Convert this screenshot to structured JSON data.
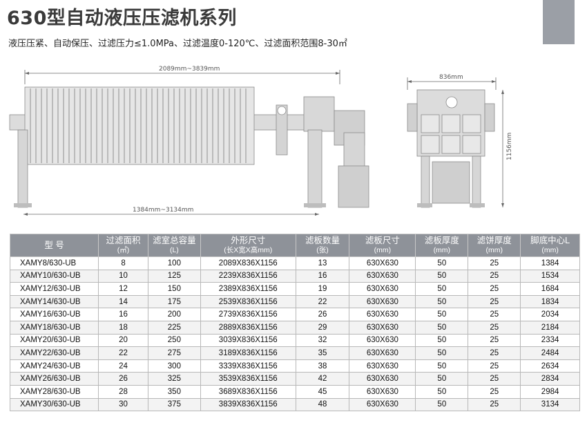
{
  "header": {
    "title": "630型自动液压压滤机系列",
    "subtitle": "液压压紧、自动保压、过滤压力≤1.0MPa、过滤温度0-120℃、过滤面积范围8-30㎡"
  },
  "drawing": {
    "side_length_top": "2089mm~3839mm",
    "side_length_bottom": "1384mm~3134mm",
    "end_width": "836mm",
    "end_height": "1156mm"
  },
  "table": {
    "headers": [
      {
        "label": "型  号",
        "unit": ""
      },
      {
        "label": "过滤面积",
        "unit": "(㎡)"
      },
      {
        "label": "滤室总容量",
        "unit": "(L)"
      },
      {
        "label": "外形尺寸",
        "unit": "(长X宽X高mm)"
      },
      {
        "label": "滤板数量",
        "unit": "(张)"
      },
      {
        "label": "滤板尺寸",
        "unit": "(mm)"
      },
      {
        "label": "滤板厚度",
        "unit": "(mm)"
      },
      {
        "label": "滤饼厚度",
        "unit": "(mm)"
      },
      {
        "label": "脚底中心L",
        "unit": "(mm)"
      }
    ],
    "rows": [
      [
        "XAMY8/630-UB",
        "8",
        "100",
        "2089X836X1156",
        "13",
        "630X630",
        "50",
        "25",
        "1384"
      ],
      [
        "XAMY10/630-UB",
        "10",
        "125",
        "2239X836X1156",
        "16",
        "630X630",
        "50",
        "25",
        "1534"
      ],
      [
        "XAMY12/630-UB",
        "12",
        "150",
        "2389X836X1156",
        "19",
        "630X630",
        "50",
        "25",
        "1684"
      ],
      [
        "XAMY14/630-UB",
        "14",
        "175",
        "2539X836X1156",
        "22",
        "630X630",
        "50",
        "25",
        "1834"
      ],
      [
        "XAMY16/630-UB",
        "16",
        "200",
        "2739X836X1156",
        "26",
        "630X630",
        "50",
        "25",
        "2034"
      ],
      [
        "XAMY18/630-UB",
        "18",
        "225",
        "2889X836X1156",
        "29",
        "630X630",
        "50",
        "25",
        "2184"
      ],
      [
        "XAMY20/630-UB",
        "20",
        "250",
        "3039X836X1156",
        "32",
        "630X630",
        "50",
        "25",
        "2334"
      ],
      [
        "XAMY22/630-UB",
        "22",
        "275",
        "3189X836X1156",
        "35",
        "630X630",
        "50",
        "25",
        "2484"
      ],
      [
        "XAMY24/630-UB",
        "24",
        "300",
        "3339X836X1156",
        "38",
        "630X630",
        "50",
        "25",
        "2634"
      ],
      [
        "XAMY26/630-UB",
        "26",
        "325",
        "3539X836X1156",
        "42",
        "630X630",
        "50",
        "25",
        "2834"
      ],
      [
        "XAMY28/630-UB",
        "28",
        "350",
        "3689X836X1156",
        "45",
        "630X630",
        "50",
        "25",
        "2984"
      ],
      [
        "XAMY30/630-UB",
        "30",
        "375",
        "3839X836X1156",
        "48",
        "630X630",
        "50",
        "25",
        "3134"
      ]
    ]
  }
}
